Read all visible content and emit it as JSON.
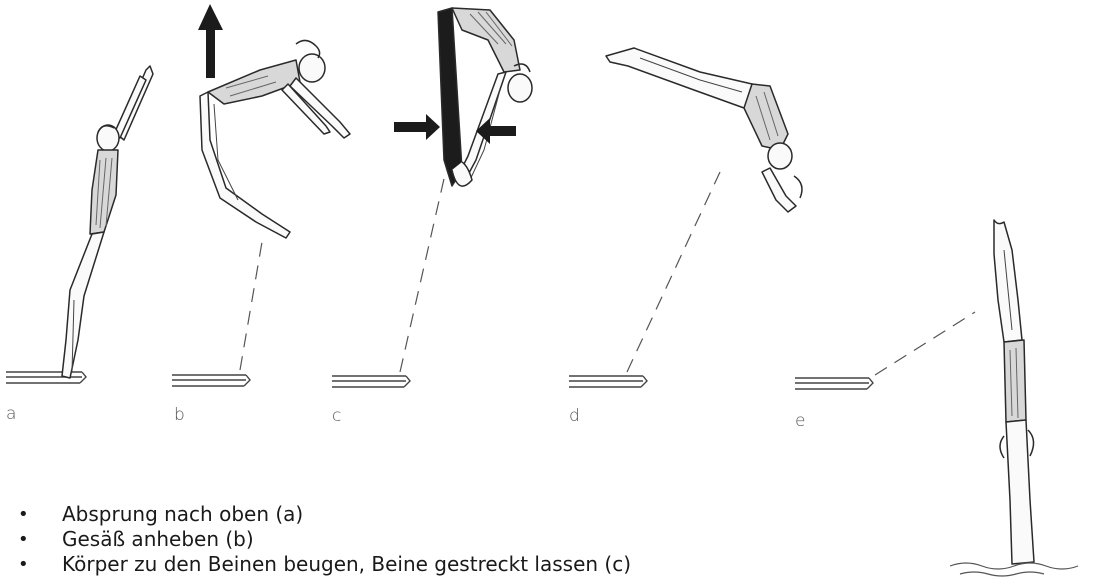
{
  "stages": [
    {
      "label": "a"
    },
    {
      "label": "b"
    },
    {
      "label": "c"
    },
    {
      "label": "d"
    },
    {
      "label": "e"
    }
  ],
  "steps": [
    "Absprung nach oben (a)",
    "Gesäß anheben (b)",
    "Körper zu den Beinen beugen, Beine gestreckt lassen (c)"
  ]
}
